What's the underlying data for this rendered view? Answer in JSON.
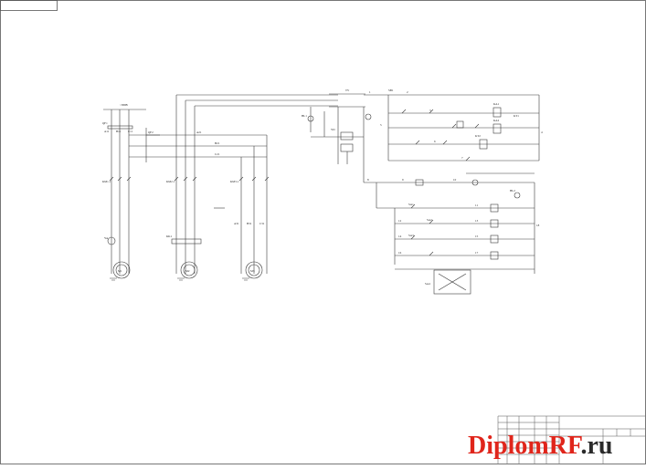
{
  "labels": {
    "l380": "~380В",
    "qf1": "QF1",
    "qf2": "QF2",
    "tv": "TV",
    "sb1": "SB1",
    "km1_1": "KM1.1",
    "km2_1": "KM2.1",
    "km3_1": "KM3.1",
    "m1": "M1",
    "m2": "M2",
    "m3": "M3",
    "kk1": "KK1",
    "ya": "YA",
    "hl1": "HL1",
    "hl2": "HL2",
    "sa1": "SA1",
    "sa2": "SA2",
    "sa3": "SA3",
    "sa4": "SA4",
    "ka1": "KA1",
    "ka2": "KA2",
    "kt1": "KT1",
    "kt2": "KT2",
    "vd": "VD",
    "a11": "A11",
    "b11": "B11",
    "c11": "C11",
    "a21": "A21",
    "b21": "B21",
    "c21": "C21",
    "a31": "A31",
    "b31": "B31",
    "c31": "C31",
    "n1": "1",
    "n2": "2",
    "n3": "3",
    "n4": "4",
    "n5": "5",
    "n6": "6",
    "n7": "7",
    "n8": "8",
    "n9": "9",
    "n10": "10",
    "n11": "11",
    "n12": "12",
    "n13": "13",
    "n14": "14",
    "n15": "15",
    "n16": "16",
    "n17": "17",
    "n18": "18"
  },
  "watermark": {
    "part1": "Diplom",
    "part2": "RF",
    "part3": ".ru"
  },
  "colors": {
    "line": "#3a3a3a",
    "watermark_red": "#e0251b",
    "watermark_dark": "#2a2a2a"
  }
}
